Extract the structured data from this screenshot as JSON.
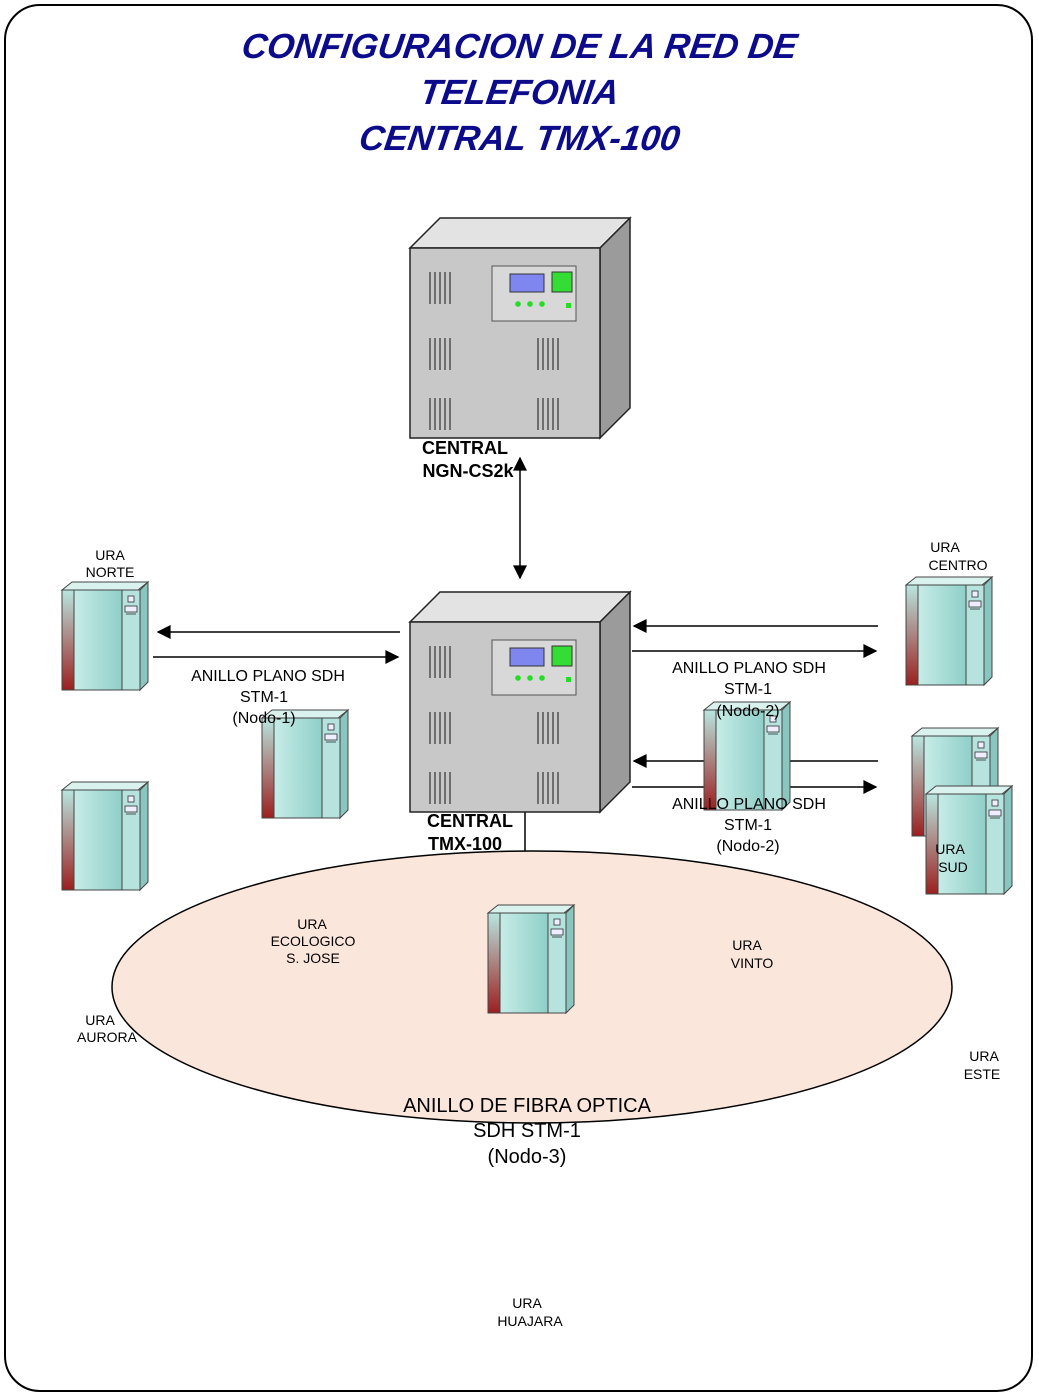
{
  "title": {
    "line1": "CONFIGURACION DE LA RED DE",
    "line2": "TELEFONIA",
    "line3": "CENTRAL TMX-100"
  },
  "central_ngn": {
    "line1": "CENTRAL",
    "line2": "NGN-CS2k"
  },
  "central_tmx": {
    "line1": "CENTRAL",
    "line2": "TMX-100"
  },
  "ura_norte": {
    "line1": "URA",
    "line2": "NORTE"
  },
  "ura_centro": {
    "line1": "URA",
    "line2": "CENTRO"
  },
  "ura_sud": {
    "line1": "URA",
    "line2": "SUD"
  },
  "ura_ecologico": {
    "line1": "URA",
    "line2": "ECOLOGICO",
    "line3": "S. JOSE"
  },
  "ura_vinto": {
    "line1": "URA",
    "line2": "VINTO"
  },
  "ura_aurora": {
    "line1": "URA",
    "line2": "AURORA"
  },
  "ura_este": {
    "line1": "URA",
    "line2": "ESTE"
  },
  "ura_huajara": {
    "line1": "URA",
    "line2": "HUAJARA"
  },
  "link_norte": {
    "line1": "ANILLO PLANO SDH",
    "line2": "STM-1",
    "line3": "(Nodo-1)"
  },
  "link_centro": {
    "line1": "ANILLO PLANO SDH",
    "line2": "STM-1",
    "line3": "(Nodo-2)"
  },
  "link_sud": {
    "line1": "ANILLO PLANO SDH",
    "line2": "STM-1",
    "line3": "(Nodo-2)"
  },
  "ring": {
    "line1": "ANILLO DE FIBRA OPTICA",
    "line2": "SDH STM-1",
    "line3": "(Nodo-3)"
  },
  "colors": {
    "title": "#0b0b8c",
    "ring_fill": "#fbe6dc",
    "server_front": "#c9c9c9",
    "server_side": "#9a9a9a",
    "server_top": "#e2e2e2",
    "ura_body": "#a9dcd6",
    "ura_strip": "#9c1f1f",
    "display_blue": "#7f86f0",
    "display_green": "#33dd33"
  },
  "icons": [
    "server-tower-icon",
    "ura-cabinet-icon",
    "arrow-icon"
  ]
}
